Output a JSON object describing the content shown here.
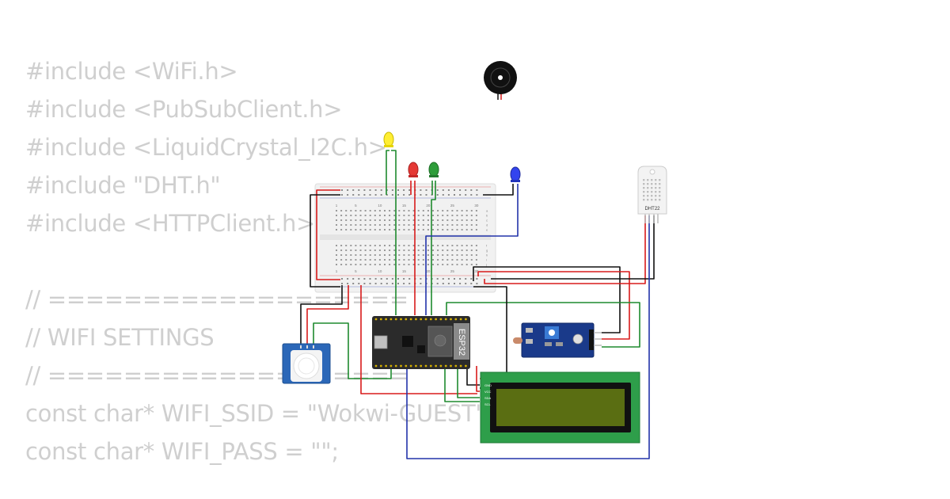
{
  "code_lines": [
    "#include <WiFi.h>",
    "#include <PubSubClient.h>",
    "#include <LiquidCrystal_I2C.h>",
    "#include \"DHT.h\"",
    "#include <HTTPClient.h>",
    "",
    "// ===================",
    "// WIFI SETTINGS",
    "// ===================",
    "const char* WIFI_SSID = \"Wokwi-GUEST\";",
    "const char* WIFI_PASS = \"\";"
  ],
  "components": {
    "esp32_label": "ESP32",
    "dht_label": "DHT22",
    "lcd_pins": [
      "GND",
      "VCC",
      "SDA",
      "SCL"
    ],
    "breadboard_numbers": [
      "1",
      "5",
      "10",
      "15",
      "20",
      "25",
      "30"
    ],
    "breadboard_letters_top": [
      "a",
      "b",
      "c",
      "d",
      "e"
    ],
    "breadboard_letters_bottom": [
      "f",
      "g",
      "h",
      "i",
      "j"
    ]
  },
  "colors": {
    "code_text": "#cfcfcf",
    "wire_red": "#d81b1b",
    "wire_black": "#111111",
    "wire_green": "#1e8a2e",
    "wire_blue": "#2233aa",
    "led_yellow": "#ffee33",
    "led_red": "#e53935",
    "led_green": "#2e9d3a",
    "led_blue": "#3344ee",
    "lcd_screen": "#5a6e12",
    "lcd_board": "#2e9e4a"
  }
}
